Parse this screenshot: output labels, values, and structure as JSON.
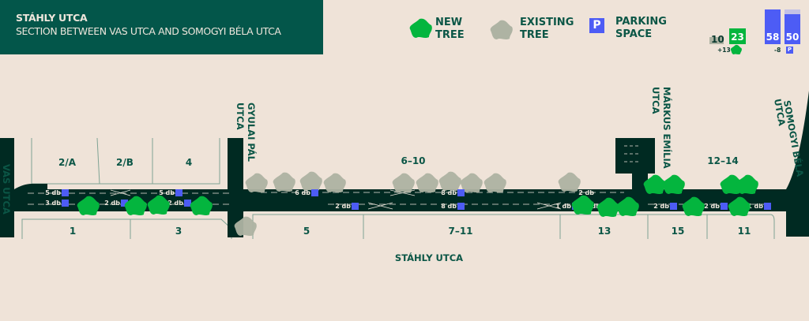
{
  "header": {
    "title": "STÁHLY UTCA",
    "subtitle": "SECTION BETWEEN VAS UTCA AND SOMOGYI BÉLA UTCA"
  },
  "legend": {
    "new_tree": [
      "NEW",
      "TREE"
    ],
    "existing_tree": [
      "EXISTING",
      "TREE"
    ],
    "parking": [
      "PARKING",
      "SPACE"
    ],
    "parking_symbol": "P"
  },
  "stats": {
    "trees_before": "10",
    "trees_after": "23",
    "trees_change": "+13",
    "parking_before": "58",
    "parking_after": "50",
    "parking_change": "-8",
    "parking_after_fraction": 0.86
  },
  "streets": {
    "vas": "VAS UTCA",
    "gyulai": [
      "GYULAI PÁL",
      "UTCA"
    ],
    "markus": [
      "MÁRKUS EMÍLIA",
      "UTCA"
    ],
    "somogyi": [
      "SOMOGYI BÉLA",
      "UTCA"
    ],
    "stahly": "STÁHLY UTCA"
  },
  "lots": {
    "north": [
      "2/A",
      "2/B",
      "4",
      "6–10",
      "12–14"
    ],
    "south": [
      "1",
      "3",
      "5",
      "7–11",
      "13",
      "15",
      "11"
    ]
  },
  "parking_labels": [
    "5 db",
    "3 db",
    "2 db",
    "5 db",
    "2 db",
    "6 db",
    "2 db",
    "8 db",
    "8 db",
    "2 db",
    "1 db",
    "1 db",
    "2 db",
    "2 db",
    "1 db"
  ],
  "colors": {
    "road": "#002a22",
    "new_tree": "#04b53e",
    "existing_tree": "#aeb3a3",
    "parking": "#4d5cf5",
    "header": "#03564a"
  }
}
